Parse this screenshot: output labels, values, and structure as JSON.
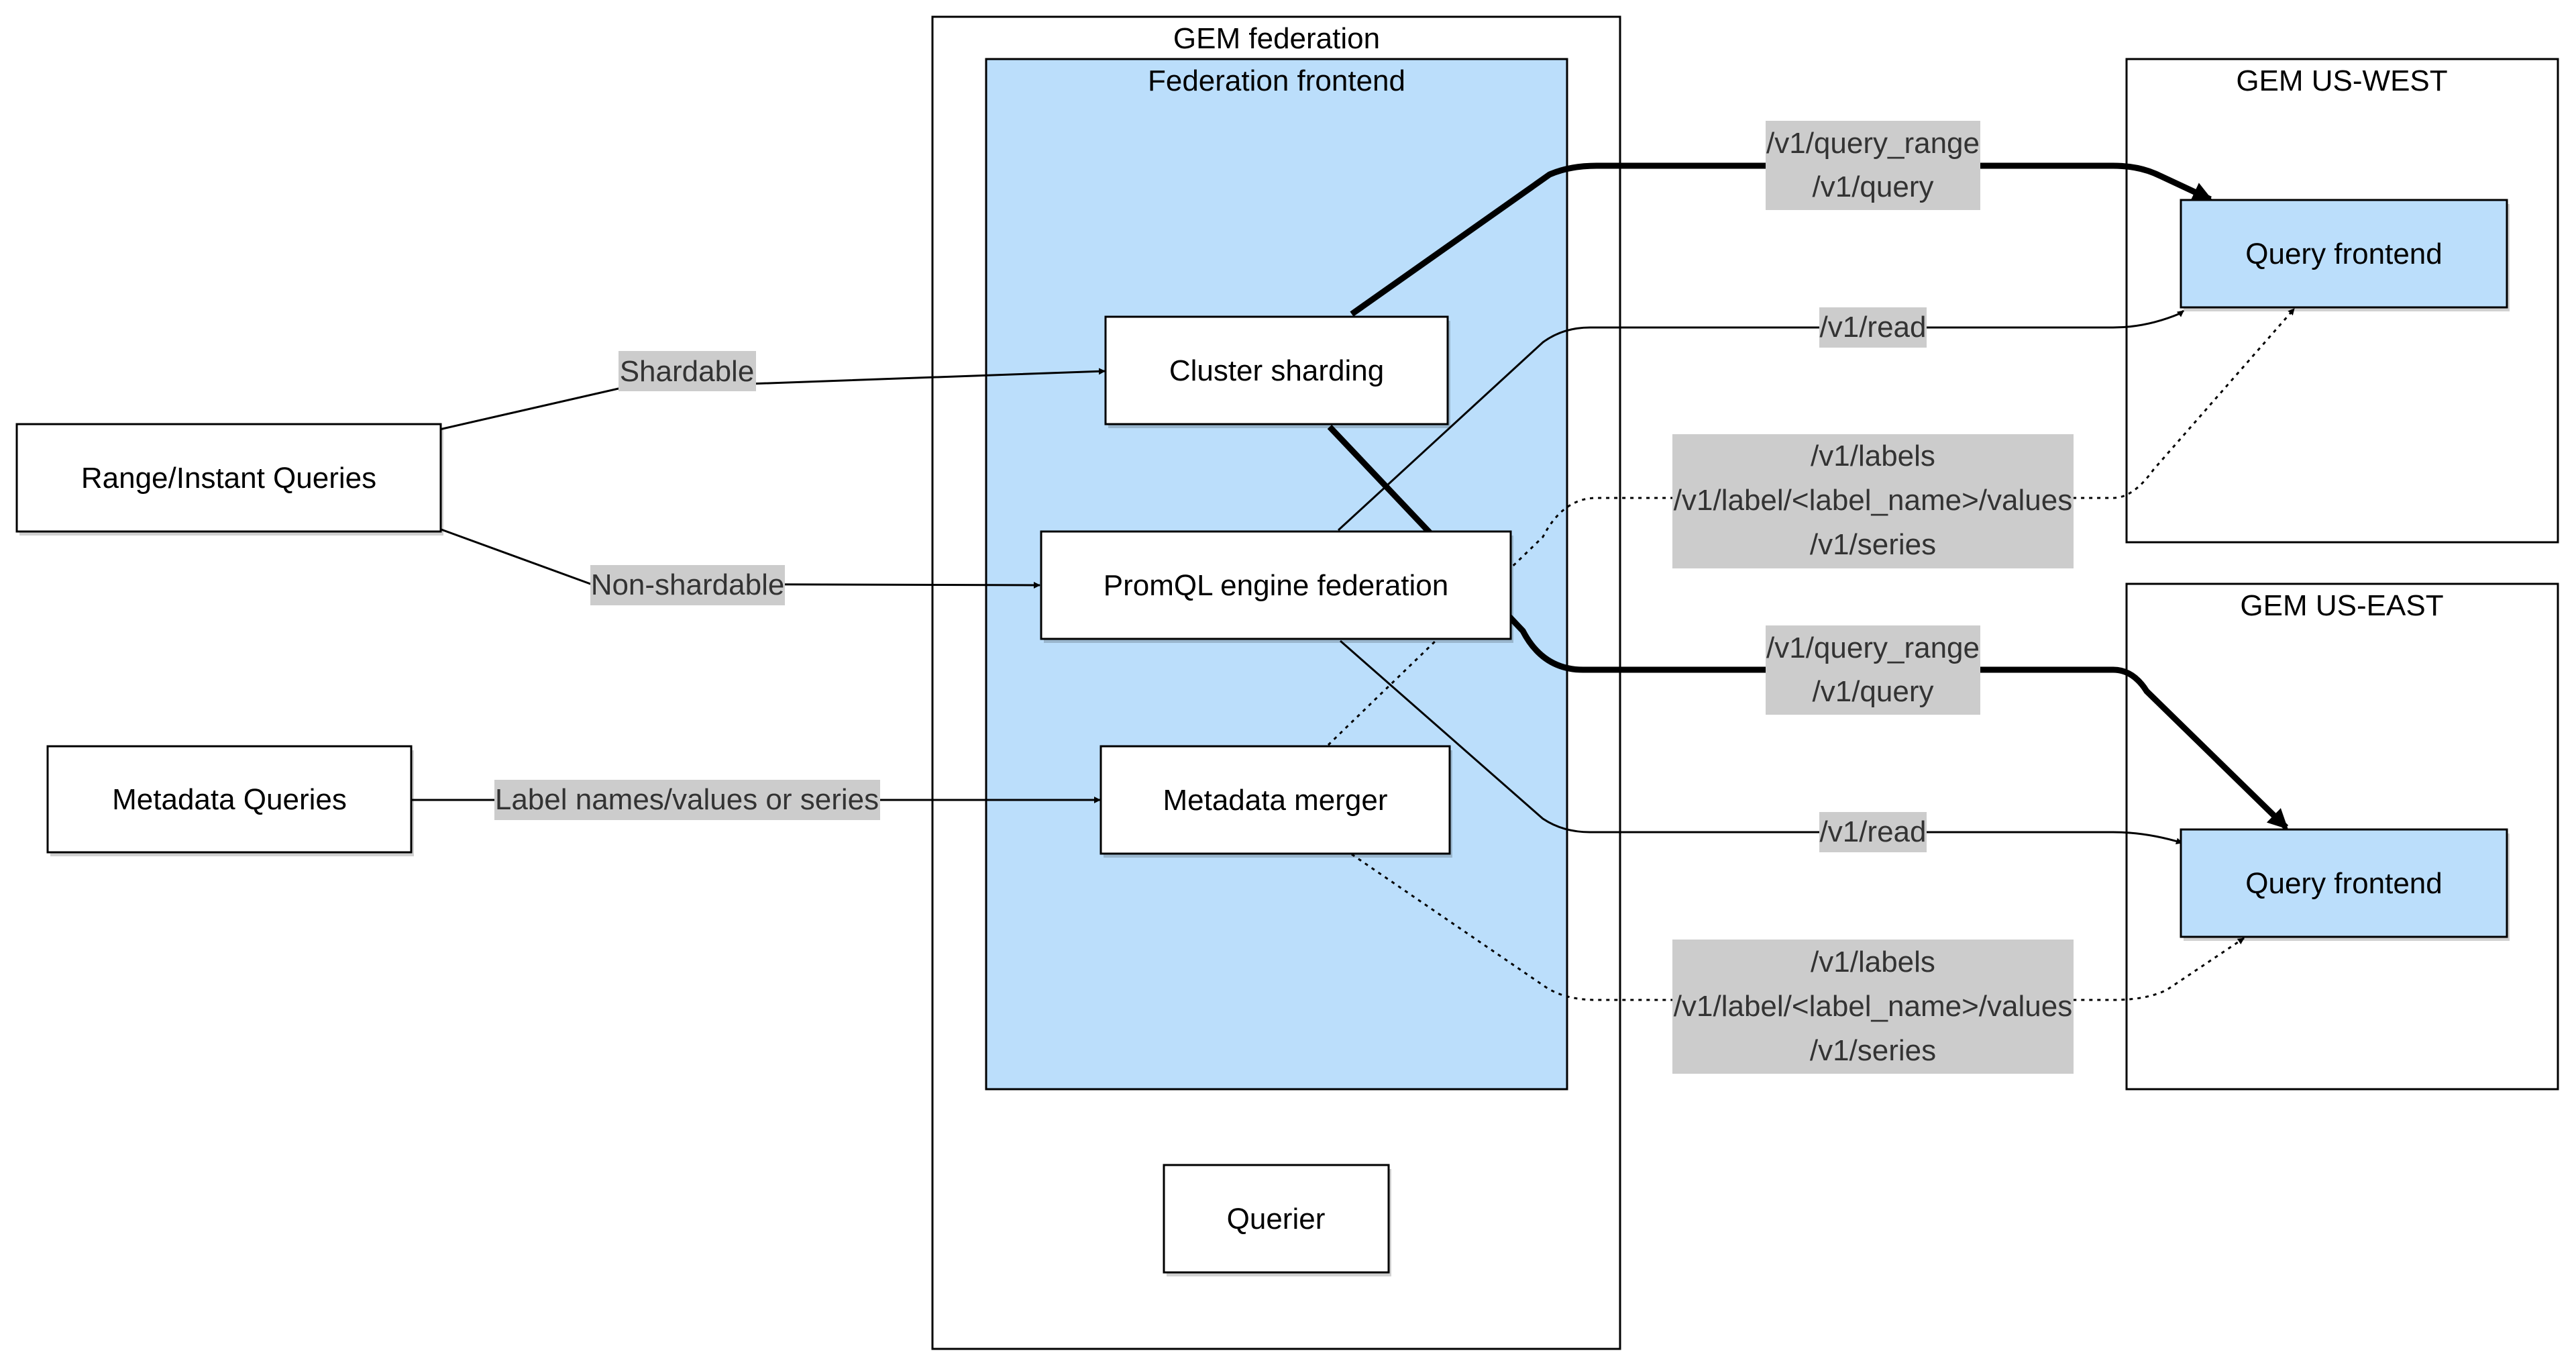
{
  "containers": {
    "gem_federation": "GEM federation",
    "federation_frontend": "Federation frontend",
    "us_west": "GEM US-WEST",
    "us_east": "GEM US-EAST"
  },
  "nodes": {
    "range_instant": "Range/Instant Queries",
    "metadata_queries": "Metadata Queries",
    "cluster_sharding": "Cluster sharding",
    "promql_engine": "PromQL engine federation",
    "metadata_merger": "Metadata merger",
    "querier": "Querier",
    "qf_west": "Query frontend",
    "qf_east": "Query frontend"
  },
  "edge_labels": {
    "shardable": "Shardable",
    "non_shardable": "Non-shardable",
    "label_names": "Label names/values or series",
    "west_query": [
      "/v1/query_range",
      "/v1/query"
    ],
    "west_read": "/v1/read",
    "west_meta": [
      "/v1/labels",
      "/v1/label/<label_name>/values",
      "/v1/series"
    ],
    "east_query": [
      "/v1/query_range",
      "/v1/query"
    ],
    "east_read": "/v1/read",
    "east_meta": [
      "/v1/labels",
      "/v1/label/<label_name>/values",
      "/v1/series"
    ]
  },
  "colors": {
    "box_fill": "#ffffff",
    "frontend_fill": "#bbdefb",
    "label_bg": "#cccccc",
    "stroke": "#000000"
  }
}
